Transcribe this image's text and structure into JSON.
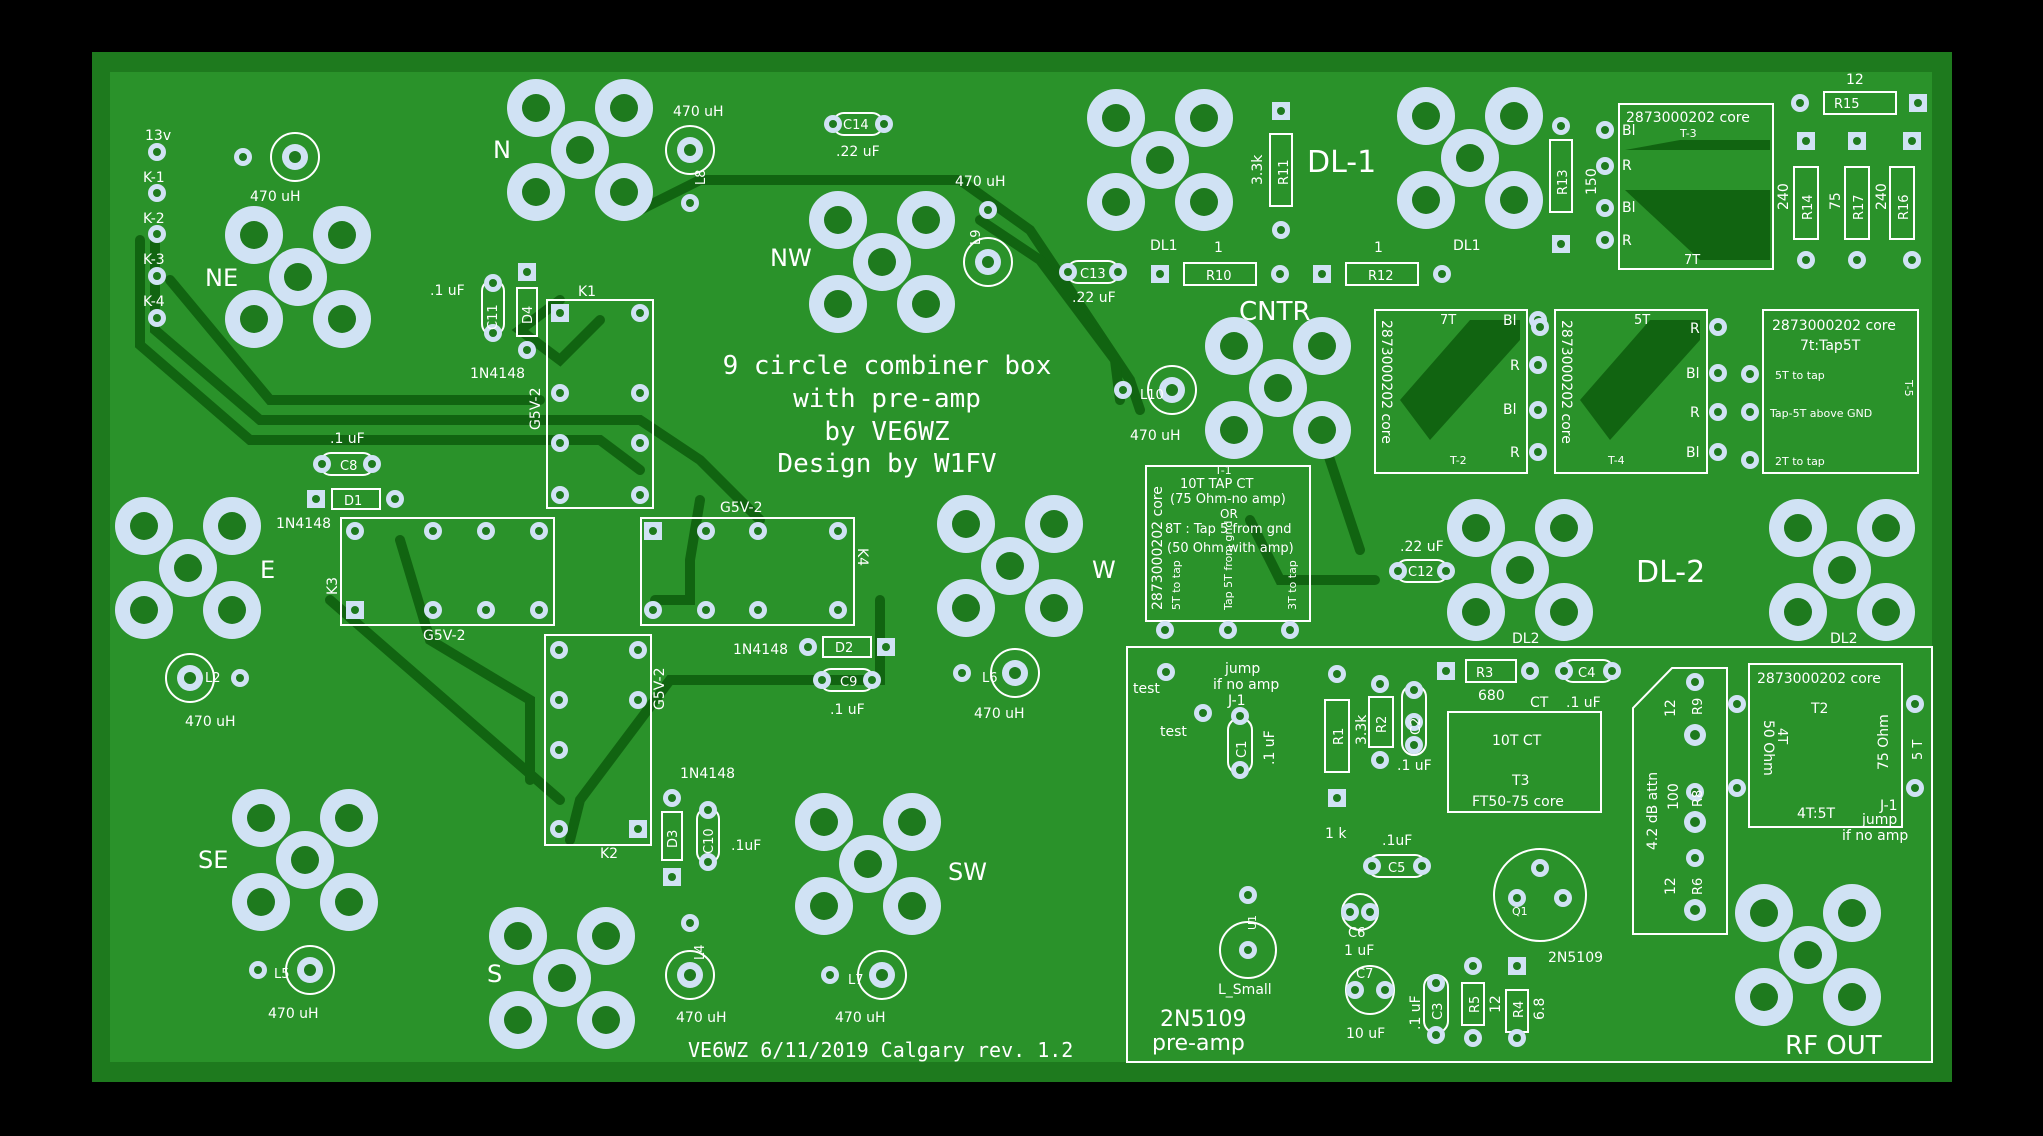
{
  "colors": {
    "background": "#000000",
    "board": "#1e7a1e",
    "copper": "#2a922a",
    "trace": "#116411",
    "pad": "#d0e2f4",
    "silk": "#ffffff"
  },
  "title_block": {
    "line1": "9 circle combiner box",
    "line2": "with pre-amp",
    "line3": "by VE6WZ",
    "line4": "Design by W1FV"
  },
  "footer": "VE6WZ 6/11/2019 Calgary rev. 1.2",
  "preamp": {
    "label1": "2N5109",
    "label2": "pre-amp"
  },
  "connectors": {
    "n": "N",
    "ne": "NE",
    "nw": "NW",
    "e": "E",
    "w": "W",
    "se": "SE",
    "s": "S",
    "sw": "SW",
    "cntr": "CNTR",
    "dl1": "DL-1",
    "dl2": "DL-2",
    "rf_out": "RF OUT",
    "dl1_small_a": "DL1",
    "dl1_small_b": "DL1",
    "dl2_small_a": "DL2",
    "dl2_small_b": "DL2"
  },
  "header_pins": [
    "13v",
    "K-1",
    "K-2",
    "K-3",
    "K-4"
  ],
  "inductor_value": "470 uH",
  "labels": {
    "c14": "C14",
    "c14v": ".22 uF",
    "c13": "C13",
    "c13v": ".22 uF",
    "c11": "C11",
    "c11v": ".1 uF",
    "c8": "C8",
    "c8v": ".1 uF",
    "c9": "C9",
    "c9v": ".1 uF",
    "c10": "C10",
    "c10v": ".1uF",
    "c12": "C12",
    "c12v": ".22 uF",
    "d1": "D1",
    "d2": "D2",
    "d3": "D3",
    "d4": "D4",
    "diode": "1N4148",
    "k1": "K1",
    "k2": "K2",
    "k3": "K3",
    "k4": "K4",
    "relay": "G5V-2",
    "l8": "L8",
    "l9": "L9",
    "l10": "L10",
    "l2": "L2",
    "l5": "L5",
    "l6": "L6",
    "l7": "L7",
    "l4": "L4",
    "r10": "R10",
    "r12": "R12",
    "r11": "R11",
    "r13": "R13",
    "r15": "R15",
    "r14": "R14",
    "r17": "R17",
    "r16": "R16",
    "r10v": "1",
    "r12v": "1",
    "r11v": "3.3k",
    "r13v": "150",
    "r15v": "12",
    "r14v": "240",
    "r17v": "75",
    "r16v": "240",
    "core": "2873000202 core",
    "t3_label": "T-3",
    "t2_label": "T-2",
    "t4_label": "T-4",
    "t5_label": "T-5",
    "t1_label": "T-1",
    "7t": "7T",
    "5t": "5T",
    "bl": "Bl",
    "r": "R",
    "t5_title": "7t:Tap5T",
    "t5_a": "5T to tap",
    "t5_b": "Tap-5T above GND",
    "t5_c": "2T to tap",
    "t1_a": "10T TAP CT",
    "t1_b": "(75 Ohm-no amp)",
    "t1_c": "OR",
    "t1_d": "8T : Tap 5 from gnd",
    "t1_e": "(50 Ohm with amp)",
    "t1_f": "5T to tap",
    "t1_g": "Tap 5T from gnd",
    "t1_h": "3T to tap",
    "test": "test",
    "jump": "jump",
    "ifnoamp": "if no amp",
    "j1": "J-1",
    "r3": "R3",
    "r3v": "680",
    "ct": "CT",
    "c4": "C4",
    "c4v": ".1 uF",
    "c1": "C1",
    "c1v": ".1 uF",
    "r1": "R1",
    "r1v": "1 k",
    "r2": "R2",
    "r2v": "3.3k",
    "c2": "C2",
    "c2v": ".1 uF",
    "t3_title": "10T CT",
    "t3": "T3",
    "ft": "FT50-75 core",
    "c5": "C5",
    "c5v": ".1uF",
    "q1": "Q1",
    "q1v": "2N5109",
    "u1": "U1",
    "lsmall": "L_Small",
    "c6": "C6",
    "c6v": "1 uF",
    "c7": "C7",
    "c7v": "10 uF",
    "c3": "C3",
    "c3v": ".1 uF",
    "r5": "R5",
    "r5v": "12",
    "r4": "R4",
    "r4v": "6.8",
    "attn1": "4.2 dB attn",
    "attn2": "100",
    "r9": "R9",
    "r8": "R8",
    "r6": "R6",
    "r9v": "12",
    "r6v": "12",
    "t2_title": "T2",
    "t2_ratio": "4T:5T",
    "t2_50": "50 Ohm",
    "t2_75": "75 Ohm",
    "t2_4t": "4T",
    "t2_5t": "5 T"
  }
}
